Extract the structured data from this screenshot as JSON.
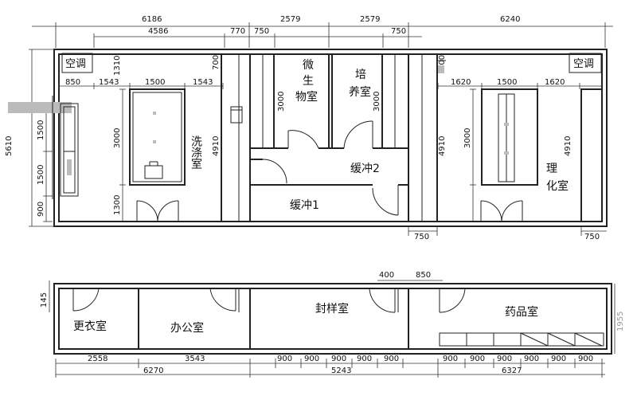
{
  "rooms": {
    "washing": "洗涤室",
    "micro_a": "微",
    "micro_b": "生",
    "micro_c": "物室",
    "culture_a": "培",
    "culture_b": "养室",
    "buffer1": "缓冲1",
    "buffer2": "缓冲2",
    "physchem_a": "理",
    "physchem_b": "化室",
    "changing": "更衣室",
    "office": "办公室",
    "sample": "封样室",
    "drug": "药品室"
  },
  "ac_labels": {
    "left": "空调",
    "right": "空调"
  },
  "dims_top": {
    "d6186": "6186",
    "d2579a": "2579",
    "d2579b": "2579",
    "d6240": "6240",
    "d4586": "4586",
    "d770": "770",
    "d750a": "750",
    "d750b": "750",
    "d850": "850",
    "d1543a": "1543",
    "d1500a": "1500",
    "d1543b": "1543",
    "d1620a": "1620",
    "d1500b": "1500",
    "d1620b": "1620"
  },
  "dims_vertical": {
    "d5610": "5610",
    "d1310": "1310",
    "d1500v1": "1500",
    "d1500v2": "1500",
    "d900v": "900",
    "d3000a": "3000",
    "d1300": "1300",
    "d4910a": "4910",
    "d700a": "700",
    "d3000b": "3000",
    "d3000c": "3000",
    "d4910b": "4910",
    "d700b": "700",
    "d3000d": "3000",
    "d4910c": "4910"
  },
  "dims_mid": {
    "d750c": "750",
    "d750d": "750"
  },
  "dims_bottom": {
    "d145": "145",
    "d400": "400",
    "d850b": "850",
    "d1955": "1955",
    "d2558": "2558",
    "d3543": "3543",
    "d900_1": "900",
    "d900_2": "900",
    "d900_3": "900",
    "d900_4": "900",
    "d900_5": "900",
    "d900_6": "900",
    "d900_7": "900",
    "d900_8": "900",
    "d900_9": "900",
    "d900_10": "900",
    "d900_11": "900",
    "d6270": "6270",
    "d5243": "5243",
    "d6327": "6327"
  }
}
